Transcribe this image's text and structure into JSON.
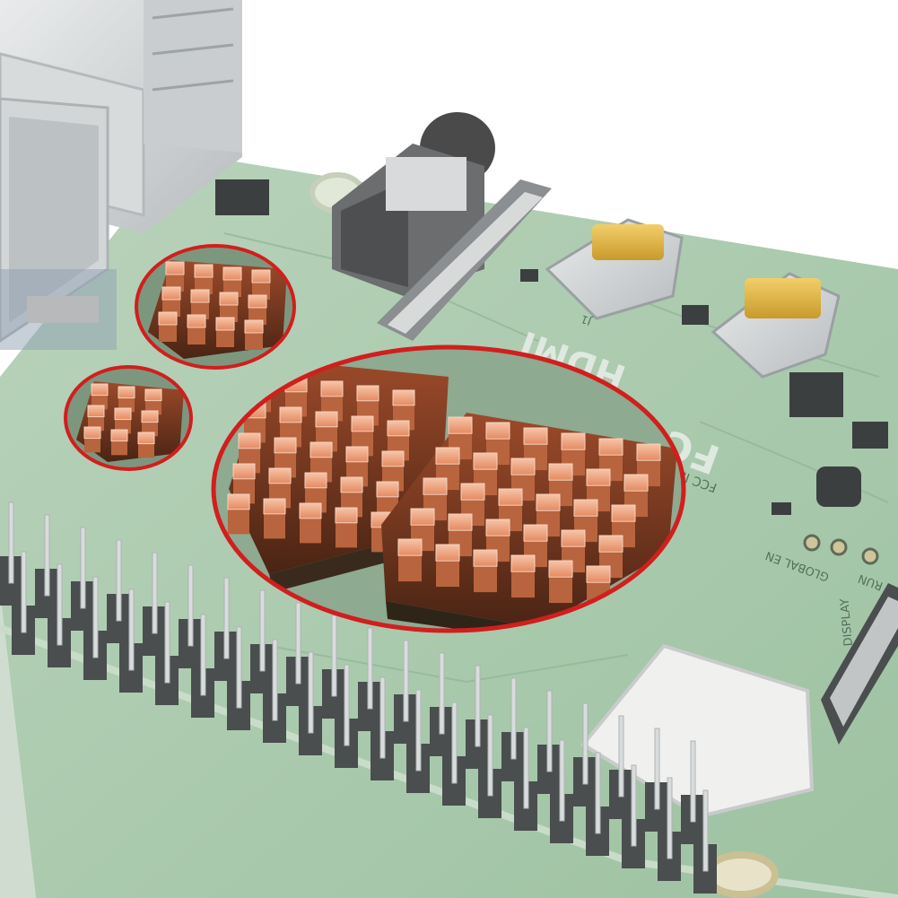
{
  "photo": {
    "subject": "copper-heatsinks-on-single-board-computer",
    "board_label_hdmi": "HDMI",
    "board_label_fcc": "FC",
    "board_label_fccid": "FCC ID",
    "board_label_j1": "J1",
    "board_label_global": "GLOBAL EN",
    "board_label_run": "RUN",
    "board_label_display": "DISPLAY",
    "colors": {
      "pcb": "#a6c7a9",
      "copper": "#e0845e",
      "highlight_ring": "#d21e1e",
      "port_metal": "#cfd2d3"
    }
  }
}
